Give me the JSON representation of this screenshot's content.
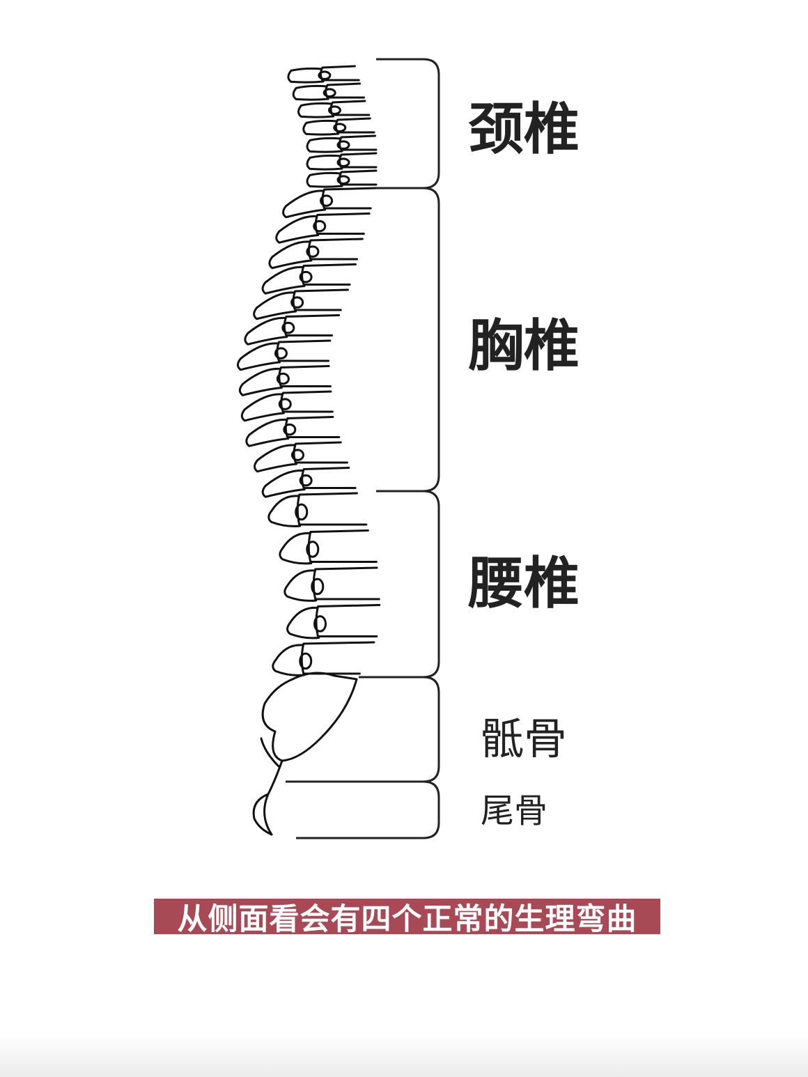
{
  "diagram": {
    "regions": [
      {
        "label": "颈椎"
      },
      {
        "label": "胸椎"
      },
      {
        "label": "腰椎"
      },
      {
        "label": "骶骨"
      },
      {
        "label": "尾骨"
      }
    ],
    "caption": "从侧面看会有四个正常的生理弯曲",
    "colors": {
      "line": "#111111",
      "caption_bg": "#a84a56",
      "caption_text": "#ffffff"
    }
  }
}
